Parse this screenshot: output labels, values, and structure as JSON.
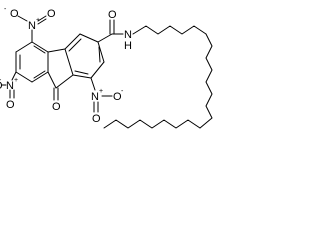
{
  "molecule": {
    "atom_labels": {
      "nitro_1_n": "N",
      "nitro_1_o_a": "O",
      "nitro_1_o_b": "O",
      "nitro_2_n": "N",
      "nitro_2_o_a": "O",
      "nitro_2_o_b": "O",
      "nitro_3_n": "N",
      "nitro_3_o_a": "O",
      "nitro_3_o_b": "O",
      "ketone_o": "O",
      "amide_o": "O",
      "amide_n": "N",
      "amide_h": "H"
    },
    "charges": {
      "plus": "+",
      "minus": "-"
    }
  },
  "colors": {
    "bond": "#000000",
    "background": "#ffffff"
  }
}
